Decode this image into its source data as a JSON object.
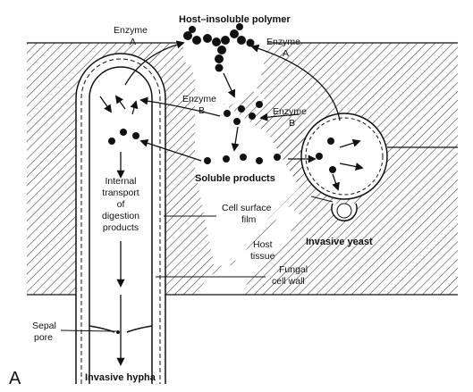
{
  "figure_letter": "A",
  "labels": {
    "polymer_title": "Host–insoluble polymer",
    "enzyme_a_left_1": "Enzyme",
    "enzyme_a_left_2": "A",
    "enzyme_a_right_1": "Enzyme",
    "enzyme_a_right_2": "A",
    "enzyme_b_left_1": "Enzyme",
    "enzyme_b_left_2": "B",
    "enzyme_b_right_1": "Enzyme",
    "enzyme_b_right_2": "B",
    "soluble_products": "Soluble products",
    "internal_transport": [
      "Internal",
      "transport",
      "of",
      "digestion",
      "products"
    ],
    "cell_surface_film": [
      "Cell surface",
      "film"
    ],
    "host_tissue": [
      "Host",
      "tissue"
    ],
    "fungal_cell_wall": [
      "Fungal",
      "cell wall"
    ],
    "sepal_pore": [
      "Sepal",
      "pore"
    ],
    "invasive_yeast": "Invasive yeast",
    "invasive_hypha": "Invasive hypha"
  }
}
